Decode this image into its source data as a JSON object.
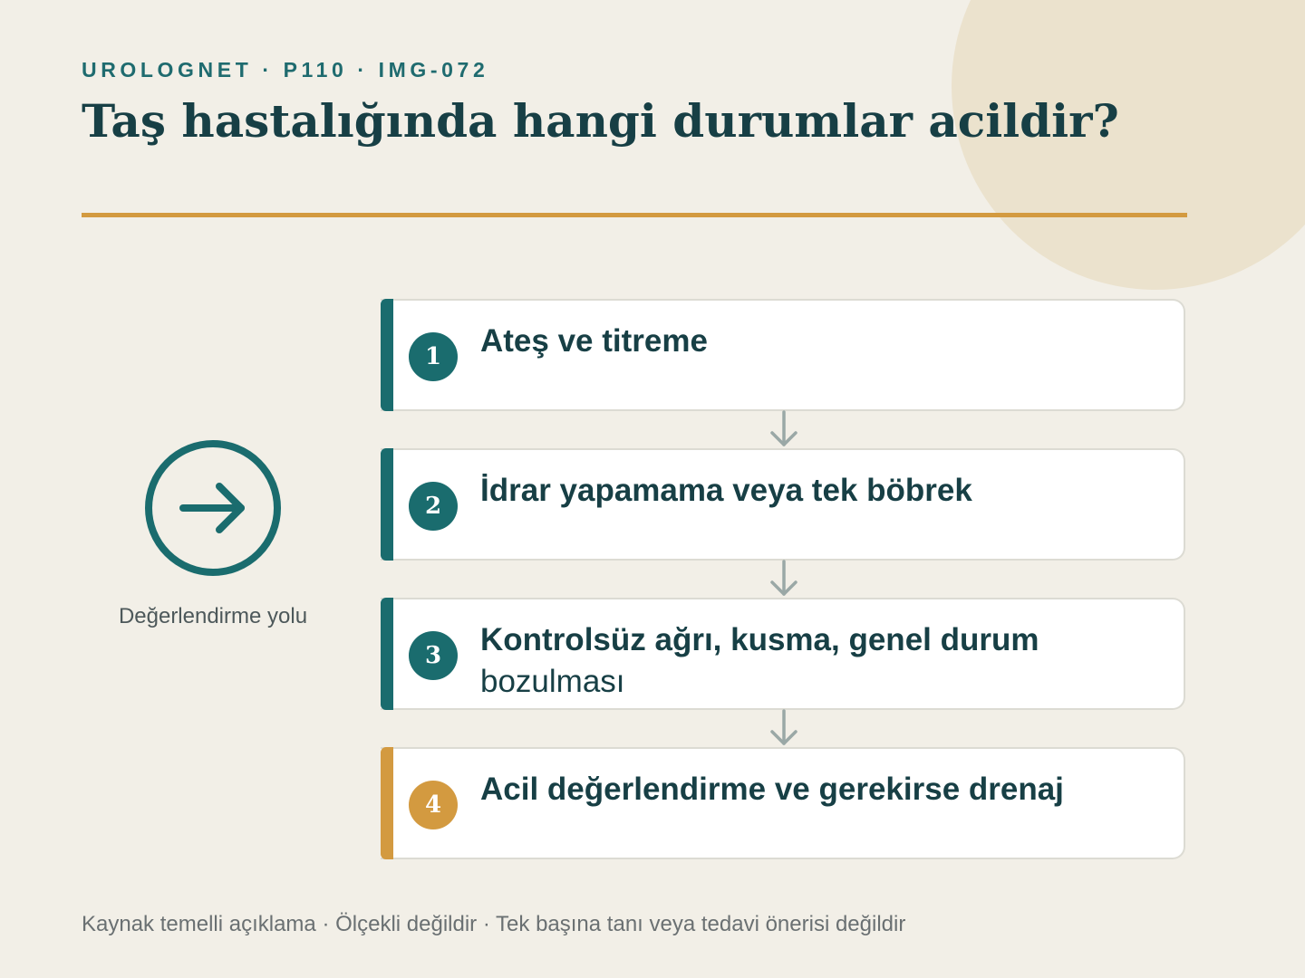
{
  "header": {
    "kicker": "UROLOGNET · P110 · IMG-072",
    "title": "Taş hastalığında hangi durumlar acildir?"
  },
  "sidebar": {
    "icon": "arrow-right-circle-icon",
    "label": "Değerlendirme yolu"
  },
  "steps": [
    {
      "number": "1",
      "label": "Ateş ve titreme",
      "label_cont": "",
      "accent": false
    },
    {
      "number": "2",
      "label": "İdrar yapamama veya tek böbrek",
      "label_cont": "",
      "accent": false
    },
    {
      "number": "3",
      "label": "Kontrolsüz ağrı, kusma, genel durum",
      "label_cont": "bozulması",
      "accent": false
    },
    {
      "number": "4",
      "label": "Acil değerlendirme ve gerekirse drenaj",
      "label_cont": "",
      "accent": true
    }
  ],
  "footer": {
    "note": "Kaynak temelli açıklama · Ölçekli değildir · Tek başına tanı veya tedavi önerisi değildir"
  },
  "colors": {
    "background": "#f2efe7",
    "primary": "#1a6c6e",
    "accent": "#d39a40",
    "title": "#173f45",
    "decorative_circle": "#ebe2cd"
  }
}
